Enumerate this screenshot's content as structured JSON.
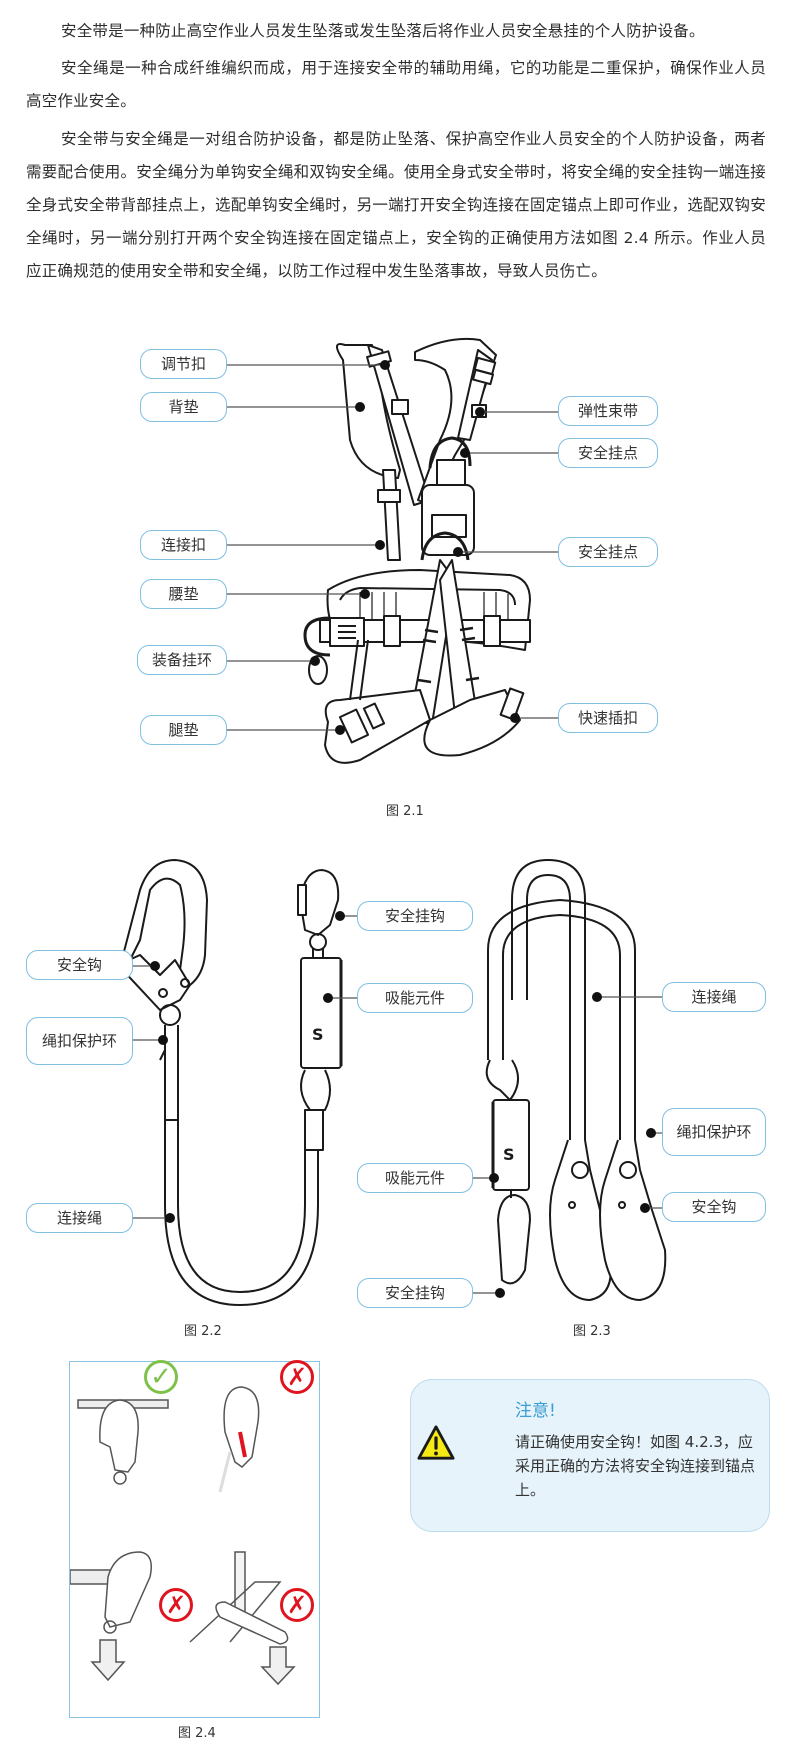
{
  "paragraphs": [
    "安全带是一种防止高空作业人员发生坠落或发生坠落后将作业人员安全悬挂的个人防护设备。",
    "安全绳是一种合成纤维编织而成，用于连接安全带的辅助用绳，它的功能是二重保护，确保作业人员高空作业安全。",
    "安全带与安全绳是一对组合防护设备，都是防止坠落、保护高空作业人员安全的个人防护设备，两者需要配合使用。安全绳分为单钩安全绳和双钩安全绳。使用全身式安全带时，将安全绳的安全挂钩一端连接全身式安全带背部挂点上，选配单钩安全绳时，另一端打开安全钩连接在固定锚点上即可作业，选配双钩安全绳时，另一端分别打开两个安全钩连接在固定锚点上，安全钩的正确使用方法如图 2.4 所示。作业人员应正确规范的使用安全带和安全绳，以防工作过程中发生坠落事故，导致人员伤亡。"
  ],
  "figure_2_1": {
    "caption": "图 2.1",
    "labels_left": [
      "调节扣",
      "背垫",
      "连接扣",
      "腰垫",
      "装备挂环",
      "腿垫"
    ],
    "labels_right": [
      "弹性束带",
      "安全挂点",
      "安全挂点",
      "快速插扣"
    ]
  },
  "figure_2_2": {
    "caption": "图 2.2",
    "labels": [
      "安全钩",
      "绳扣保护环",
      "连接绳",
      "安全挂钩",
      "吸能元件"
    ]
  },
  "figure_2_3": {
    "caption": "图 2.3",
    "labels": [
      "吸能元件",
      "安全挂钩",
      "连接绳",
      "绳扣保护环",
      "安全钩"
    ]
  },
  "figure_2_4": {
    "caption": "图 2.4",
    "panels": [
      {
        "status": "correct",
        "icon": "check-icon"
      },
      {
        "status": "wrong",
        "icon": "cross-icon"
      },
      {
        "status": "wrong",
        "icon": "cross-icon"
      },
      {
        "status": "wrong",
        "icon": "cross-icon"
      }
    ]
  },
  "note": {
    "title": "注意!",
    "body": "请正确使用安全钩！如图 4.2.3，应采用正确的方法将安全钩连接到锚点上。",
    "icon": "warning-icon"
  },
  "colors": {
    "callout_border": "#7fbfe0",
    "note_bg": "#e6f3fa",
    "note_title": "#3a9dd3",
    "check": "#7dc14a",
    "cross": "#e0141e",
    "warning_fill": "#f5ea14"
  }
}
